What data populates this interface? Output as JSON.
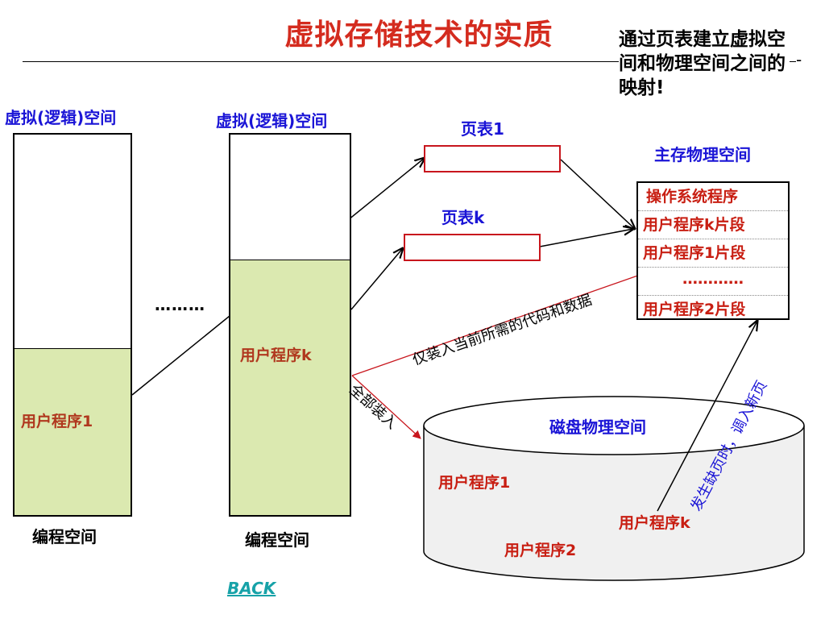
{
  "title": "虚拟存储技术的实质",
  "callout": "通过页表建立虚拟空间和物理空间之间的映射!",
  "dash_mark": "-",
  "left_column": {
    "header": "虚拟(逻辑)空间",
    "program": "用户程序1",
    "footer": "编程空间"
  },
  "mid_column": {
    "header": "虚拟(逻辑)空间",
    "program": "用户程序k",
    "footer": "编程空间"
  },
  "ellipsis_between": "………",
  "page_table_1": {
    "label": "页表1"
  },
  "page_table_k": {
    "label": "页表k"
  },
  "main_memory": {
    "title": "主存物理空间",
    "rows": [
      "操作系统程序",
      "用户程序k片段",
      "用户程序1片段",
      "…………",
      "用户程序2片段"
    ]
  },
  "disk": {
    "title": "磁盘物理空间",
    "items": [
      "用户程序1",
      "用户程序k",
      "用户程序2"
    ]
  },
  "annotations": {
    "partial_load": "仅装入当前所需的代码和数据",
    "full_load": "全部装入",
    "page_fault": "发生缺页时，调入新页"
  },
  "back_link": "BACK",
  "colors": {
    "title_red": "#d42b1e",
    "label_blue": "#1a14d6",
    "program_fill": "#dbe9b0",
    "table_border": "#c8161d",
    "link_teal": "#17a2a8",
    "disk_fill": "#f0f0f0"
  }
}
